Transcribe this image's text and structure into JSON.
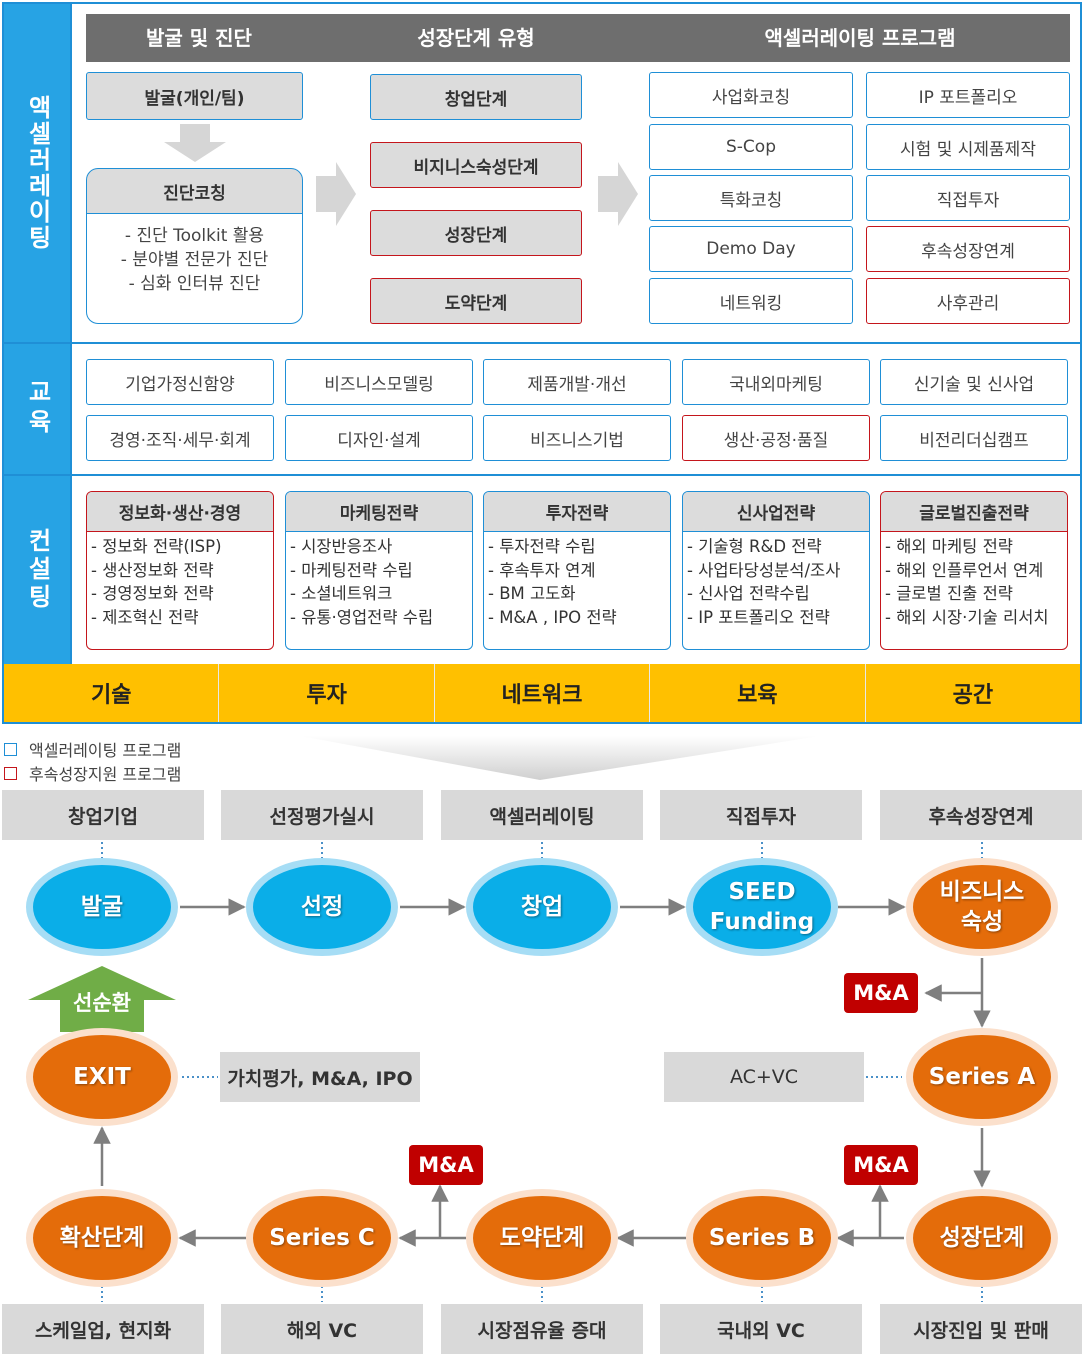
{
  "side_labels": {
    "accelerating": "액셀러레이팅",
    "education": "교육",
    "consulting": "컨설팅"
  },
  "headers": {
    "discovery": "발굴 및 진단",
    "growth_type": "성장단계 유형",
    "program": "액셀러레이팅 프로그램"
  },
  "discovery": {
    "find": "발굴(개인/팀)",
    "coaching": "진단코칭",
    "items": [
      "- 진단 Toolkit 활용",
      "- 분야별 전문가 진단",
      "- 심화 인터뷰 진단"
    ]
  },
  "growth_stages": [
    "창업단계",
    "비지니스숙성단계",
    "성장단계",
    "도약단계"
  ],
  "programs": {
    "left": [
      "사업화코칭",
      "S-Cop",
      "특화코칭",
      "Demo Day",
      "네트워킹"
    ],
    "right": [
      "IP 포트폴리오",
      "시험 및 시제품제작",
      "직접투자",
      "후속성장연계",
      "사후관리"
    ]
  },
  "education": {
    "row1": [
      "기업가정신함양",
      "비즈니스모델링",
      "제품개발·개선",
      "국내외마케팅",
      "신기술 및 신사업"
    ],
    "row2": [
      "경영·조직·세무·회계",
      "디자인·설계",
      "비즈니스기법",
      "생산·공정·품질",
      "비전리더십캠프"
    ]
  },
  "consulting": [
    {
      "title": "정보화·생산·경영",
      "items": [
        "- 정보화 전략(ISP)",
        "- 생산정보화 전략",
        "- 경영정보화 전략",
        "- 제조혁신 전략"
      ]
    },
    {
      "title": "마케팅전략",
      "items": [
        "- 시장반응조사",
        "- 마케팅전략 수립",
        "- 소셜네트워크",
        "- 유통·영업전략 수립"
      ]
    },
    {
      "title": "투자전략",
      "items": [
        "- 투자전략 수립",
        "- 후속투자 연계",
        "- BM 고도화",
        "- M&A , IPO 전략"
      ]
    },
    {
      "title": "신사업전략",
      "items": [
        "- 기술형 R&D 전략",
        "- 사업타당성분석/조사",
        "- 신사업 전략수립",
        "- IP 포트폴리오 전략"
      ]
    },
    {
      "title": "글로벌진출전략",
      "items": [
        "- 해외 마케팅 전략",
        "- 해외 인플루언서 연계",
        "- 글로벌 진출 전략",
        "- 해외 시장·기술 리서치"
      ]
    }
  ],
  "bottom_bar": [
    "기술",
    "투자",
    "네트워크",
    "보육",
    "공간"
  ],
  "legend": {
    "blue": "액셀러레이팅 프로그램",
    "red": "후속성장지원 프로그램"
  },
  "top_labels": [
    "창업기업",
    "선정평가실시",
    "액셀러레이팅",
    "직접투자",
    "후속성장연계"
  ],
  "top_circles": [
    "발굴",
    "선정",
    "창업",
    "SEED\nFunding",
    "비즈니스\n숙성"
  ],
  "ma_label": "M&A",
  "recycle": "선순환",
  "exit": "EXIT",
  "exit_desc": "가치평가, M&A, IPO",
  "series_a": "Series A",
  "series_a_desc": "AC+VC",
  "bottom_circles": [
    "확산단계",
    "Series C",
    "도약단계",
    "Series B",
    "성장단계"
  ],
  "bottom_labels": [
    "스케일업, 현지화",
    "해외 VC",
    "시장점유율 증대",
    "국내외 VC",
    "시장진입 및 판매"
  ],
  "colors": {
    "blue": "#1f8fd6",
    "red": "#c4161c",
    "circle_blue": "#0aaee8",
    "circle_orange": "#e46c0a",
    "bar_yellow": "#ffc000",
    "recycle_green": "#70ad47"
  }
}
